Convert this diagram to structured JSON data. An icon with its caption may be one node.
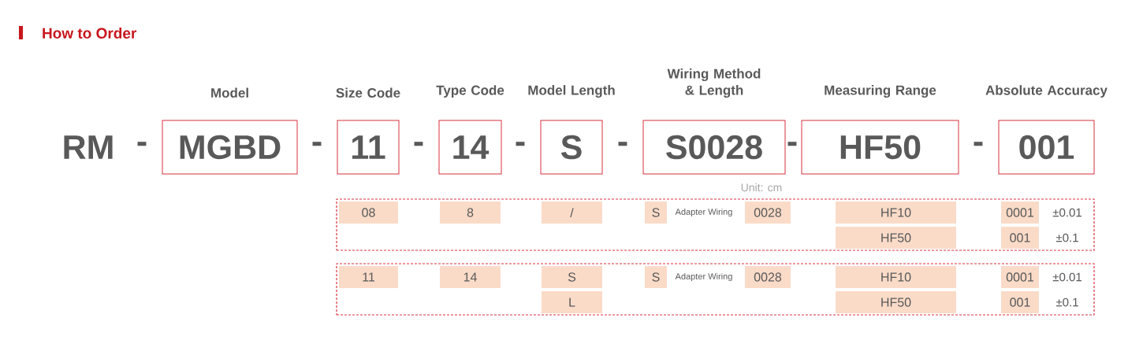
{
  "diagram": {
    "title": "How to Order",
    "nodes": [
      {
        "text": [
          "Model",
          "MGBD"
        ]
      },
      {
        "text": [
          "Size Code",
          "11"
        ]
      },
      {
        "text": [
          "Type Code",
          "14"
        ]
      },
      {
        "text": [
          "Model Length",
          "S"
        ]
      },
      {
        "text": [
          "Wiring Method & Length",
          "S0028"
        ]
      },
      {
        "text": [
          "Measuring Range",
          "HF50"
        ]
      },
      {
        "text": [
          "Absolute Accuracy",
          "001"
        ]
      },
      {
        "text": [],
        "shape": "box"
      },
      {
        "text": [
          "08"
        ],
        "in": 7
      },
      {
        "text": [
          "8"
        ],
        "in": 7
      },
      {
        "text": [
          "/"
        ],
        "in": 7
      },
      {
        "text": [
          "S"
        ],
        "in": 7
      },
      {
        "text": [
          "0028"
        ],
        "in": 7
      },
      {
        "text": [
          "HF10"
        ],
        "in": 7
      },
      {
        "text": [
          "HF50"
        ],
        "in": 7
      },
      {
        "text": [
          "0001"
        ],
        "in": 7
      },
      {
        "text": [
          "001"
        ],
        "in": 7
      },
      {
        "text": [],
        "shape": "box"
      },
      {
        "text": [
          "11"
        ],
        "in": 17
      },
      {
        "text": [
          "14"
        ],
        "in": 17
      },
      {
        "text": [
          "S"
        ],
        "in": 17
      },
      {
        "text": [
          "L"
        ],
        "in": 17
      },
      {
        "text": [
          "S"
        ],
        "in": 17
      },
      {
        "text": [
          "0028"
        ],
        "in": 17
      },
      {
        "text": [
          "HF10"
        ],
        "in": 17
      },
      {
        "text": [
          "HF50"
        ],
        "in": 17
      },
      {
        "text": [
          "0001"
        ],
        "in": 17
      },
      {
        "text": [
          "001"
        ],
        "in": 17
      }
    ],
    "edges": [],
    "labels": [
      "RM",
      "-",
      "-",
      "-",
      "-",
      "-",
      "-",
      "-",
      "Unit: cm",
      "Adapter Wiring",
      "±0.01",
      "±0.1",
      "Adapter Wiring",
      "±0.01",
      "±0.1"
    ]
  }
}
